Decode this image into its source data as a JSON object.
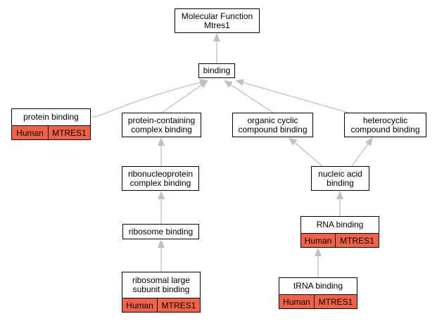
{
  "colors": {
    "annotation": "#f26247",
    "edge": "#c0c0c0"
  },
  "nodes": {
    "mf": {
      "label": "Molecular Function\nMtres1"
    },
    "bind": {
      "label": "binding"
    },
    "prot": {
      "label": "protein binding",
      "species": "Human",
      "gene": "MTRES1"
    },
    "pcb": {
      "label": "protein-containing\ncomplex binding"
    },
    "ocb": {
      "label": "organic cyclic\ncompound binding"
    },
    "hcb": {
      "label": "heterocyclic\ncompound binding"
    },
    "rnpc": {
      "label": "ribonucleoprotein\ncomplex binding"
    },
    "nab": {
      "label": "nucleic acid\nbinding"
    },
    "ribo": {
      "label": "ribosome binding"
    },
    "rna": {
      "label": "RNA binding",
      "species": "Human",
      "gene": "MTRES1"
    },
    "rlsu": {
      "label": "ribosomal large\nsubunit binding",
      "species": "Human",
      "gene": "MTRES1"
    },
    "trna": {
      "label": "tRNA binding",
      "species": "Human",
      "gene": "MTRES1"
    }
  }
}
